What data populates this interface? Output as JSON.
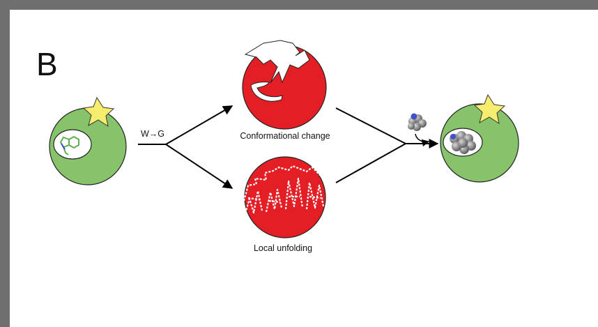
{
  "figure": {
    "panel_label": "B",
    "mutation_label": "W→G",
    "upper_label": "Conformational change",
    "lower_label": "Local unfolding"
  },
  "colors": {
    "native_protein": "#86c36b",
    "destabilized_protein": "#e31e24",
    "star": "#f6ec6e",
    "ligand": "#8a8a8a"
  }
}
